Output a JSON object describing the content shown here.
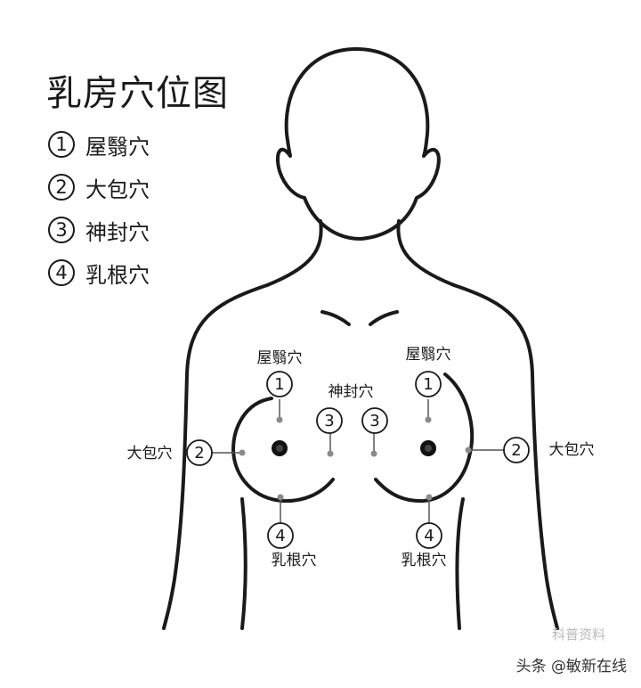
{
  "title": "乳房穴位图",
  "legend": [
    {
      "num": "1",
      "label": "屋翳穴"
    },
    {
      "num": "2",
      "label": "大包穴"
    },
    {
      "num": "3",
      "label": "神封穴"
    },
    {
      "num": "4",
      "label": "乳根穴"
    }
  ],
  "labels": {
    "wuyi_left": "屋翳穴",
    "wuyi_right": "屋翳穴",
    "shenfeng": "神封穴",
    "dabao_left": "大包穴",
    "dabao_right": "大包穴",
    "rugen_left": "乳根穴",
    "rugen_right": "乳根穴"
  },
  "markers": {
    "m1": "1",
    "m2": "2",
    "m3": "3",
    "m4": "4"
  },
  "watermark": "头条 @敏新在线",
  "ghost_mark": "科普资料",
  "colors": {
    "line": "#1a1a1a",
    "point": "#8a8a8a",
    "nipple": "#111111"
  }
}
